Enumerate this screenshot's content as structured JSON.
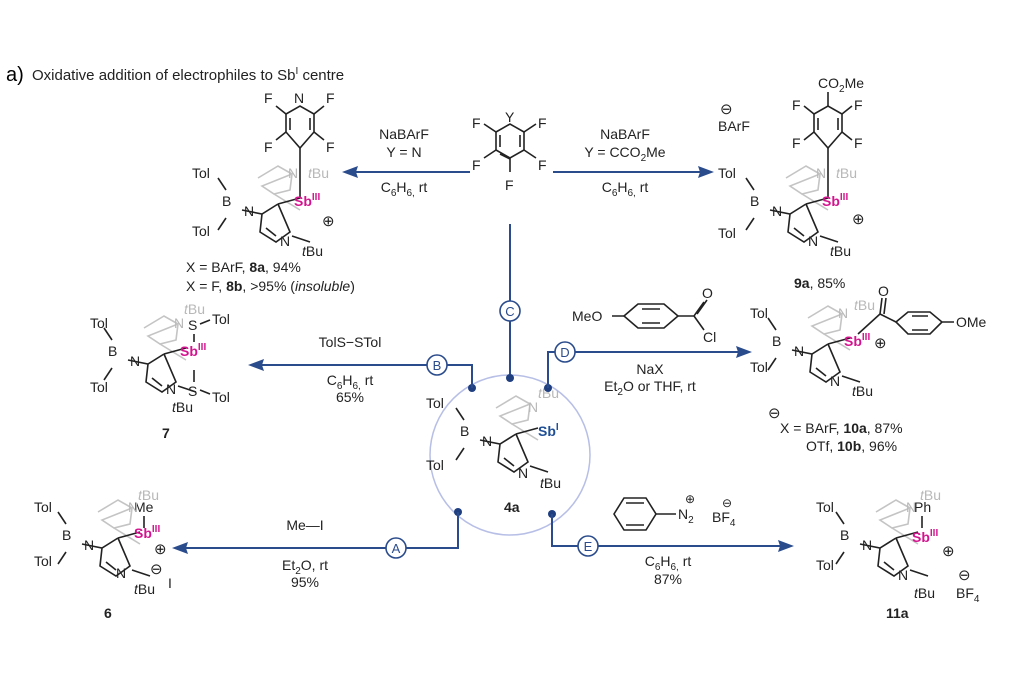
{
  "heading": {
    "panel_letter": "a)",
    "title_prefix": "Oxidative addition of electrophiles to Sb",
    "title_sup": "I",
    "title_suffix": " centre"
  },
  "colors": {
    "arrow": "#2b4c8c",
    "antimony_III": "#d4148f",
    "antimony_I": "#1f4e96",
    "circle": "#b7bfe6",
    "ghost_ring": "#b8b8b8"
  },
  "common": {
    "tol": "Tol",
    "boron": "B",
    "nitrogen": "N",
    "tbu_prefix": "t",
    "tbu_suffix": "Bu",
    "sb": "Sb",
    "sb_iii": "III",
    "sb_i": "I",
    "plus": "+",
    "minus": "−",
    "fluorine": "F"
  },
  "center": {
    "label": "4a",
    "heteroatom_Y": "Y"
  },
  "reagent_top": {
    "ring_label": "Y"
  },
  "routes": {
    "A": {
      "badge": "A",
      "reagent": "Me—I",
      "solvent": "Et",
      "solvent_sub": "2",
      "solvent_rest": "O, rt",
      "yield": "95%"
    },
    "B": {
      "badge": "B",
      "reagent": "TolS−STol",
      "solvent": "C",
      "solvent_sub1": "6",
      "solvent_mid": "H",
      "solvent_sub2": "6,",
      "solvent_rest": " rt",
      "yield": "65%"
    },
    "C": {
      "badge": "C",
      "left_reagent": "NaBArF",
      "left_condition": "Y = N",
      "left_solvent": "C6H6, rt",
      "right_reagent": "NaBArF",
      "right_condition_prefix": "Y = CCO",
      "right_condition_sub": "2",
      "right_condition_suffix": "Me",
      "right_solvent": "C6H6, rt"
    },
    "D": {
      "badge": "D",
      "reagent_meo": "MeO",
      "reagent_o": "O",
      "reagent_cl": "Cl",
      "additive": "NaX",
      "solvent_prefix": "Et",
      "solvent_sub": "2",
      "solvent_suffix": "O or THF, rt"
    },
    "E": {
      "badge": "E",
      "reagent_n": "N",
      "reagent_n_sub": "2",
      "reagent_bf": "BF",
      "reagent_bf_sub": "4",
      "solvent": "C6H6, rt",
      "yield": "87%"
    }
  },
  "products": {
    "p8": {
      "x_line1_prefix": "X = BArF, ",
      "x_line1_label": "8a",
      "x_line1_yield": ", 94%",
      "x_line2_prefix": "X = F, ",
      "x_line2_label": "8b",
      "x_line2_yield": ", >95% (",
      "x_line2_note": "insoluble",
      "x_line2_close": ")"
    },
    "p9": {
      "anion": "BArF",
      "substituent": "CO",
      "substituent_sub": "2",
      "substituent_suffix": "Me",
      "label": "9a",
      "yield": ", 85%"
    },
    "p7": {
      "label": "7",
      "thio": "S",
      "thio_tol": "Tol"
    },
    "p10": {
      "o": "O",
      "ome": "OMe",
      "line1_prefix": "X = BArF, ",
      "line1_label": "10a",
      "line1_yield": ", 87%",
      "line2_prefix": "OTf, ",
      "line2_label": "10b",
      "line2_yield": ", 96%"
    },
    "p6": {
      "label": "6",
      "me": "Me",
      "anion": "I"
    },
    "p11": {
      "label": "11a",
      "ph": "Ph",
      "anion": "BF",
      "anion_sub": "4"
    }
  }
}
